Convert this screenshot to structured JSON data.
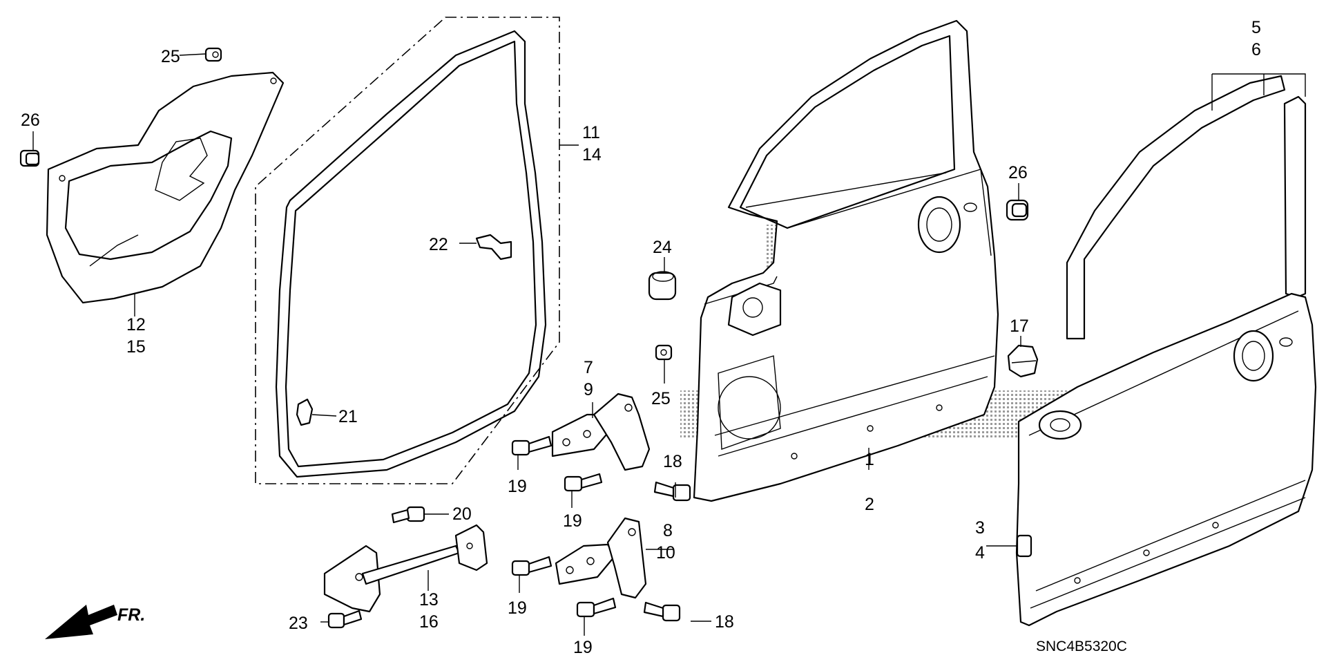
{
  "diagram": {
    "labels": {
      "p1": "1",
      "p2": "2",
      "p3": "3",
      "p4": "4",
      "p5": "5",
      "p6": "6",
      "p7": "7",
      "p8": "8",
      "p9": "9",
      "p10": "10",
      "p11": "11",
      "p12": "12",
      "p13": "13",
      "p14": "14",
      "p15": "15",
      "p16": "16",
      "p17": "17",
      "p18a": "18",
      "p18b": "18",
      "p19a": "19",
      "p19b": "19",
      "p19c": "19",
      "p19d": "19",
      "p20": "20",
      "p21": "21",
      "p22": "22",
      "p23": "23",
      "p24": "24",
      "p25a": "25",
      "p25b": "25",
      "p26a": "26",
      "p26b": "26"
    },
    "direction_label": "FR.",
    "code": "SNC4B5320C"
  }
}
